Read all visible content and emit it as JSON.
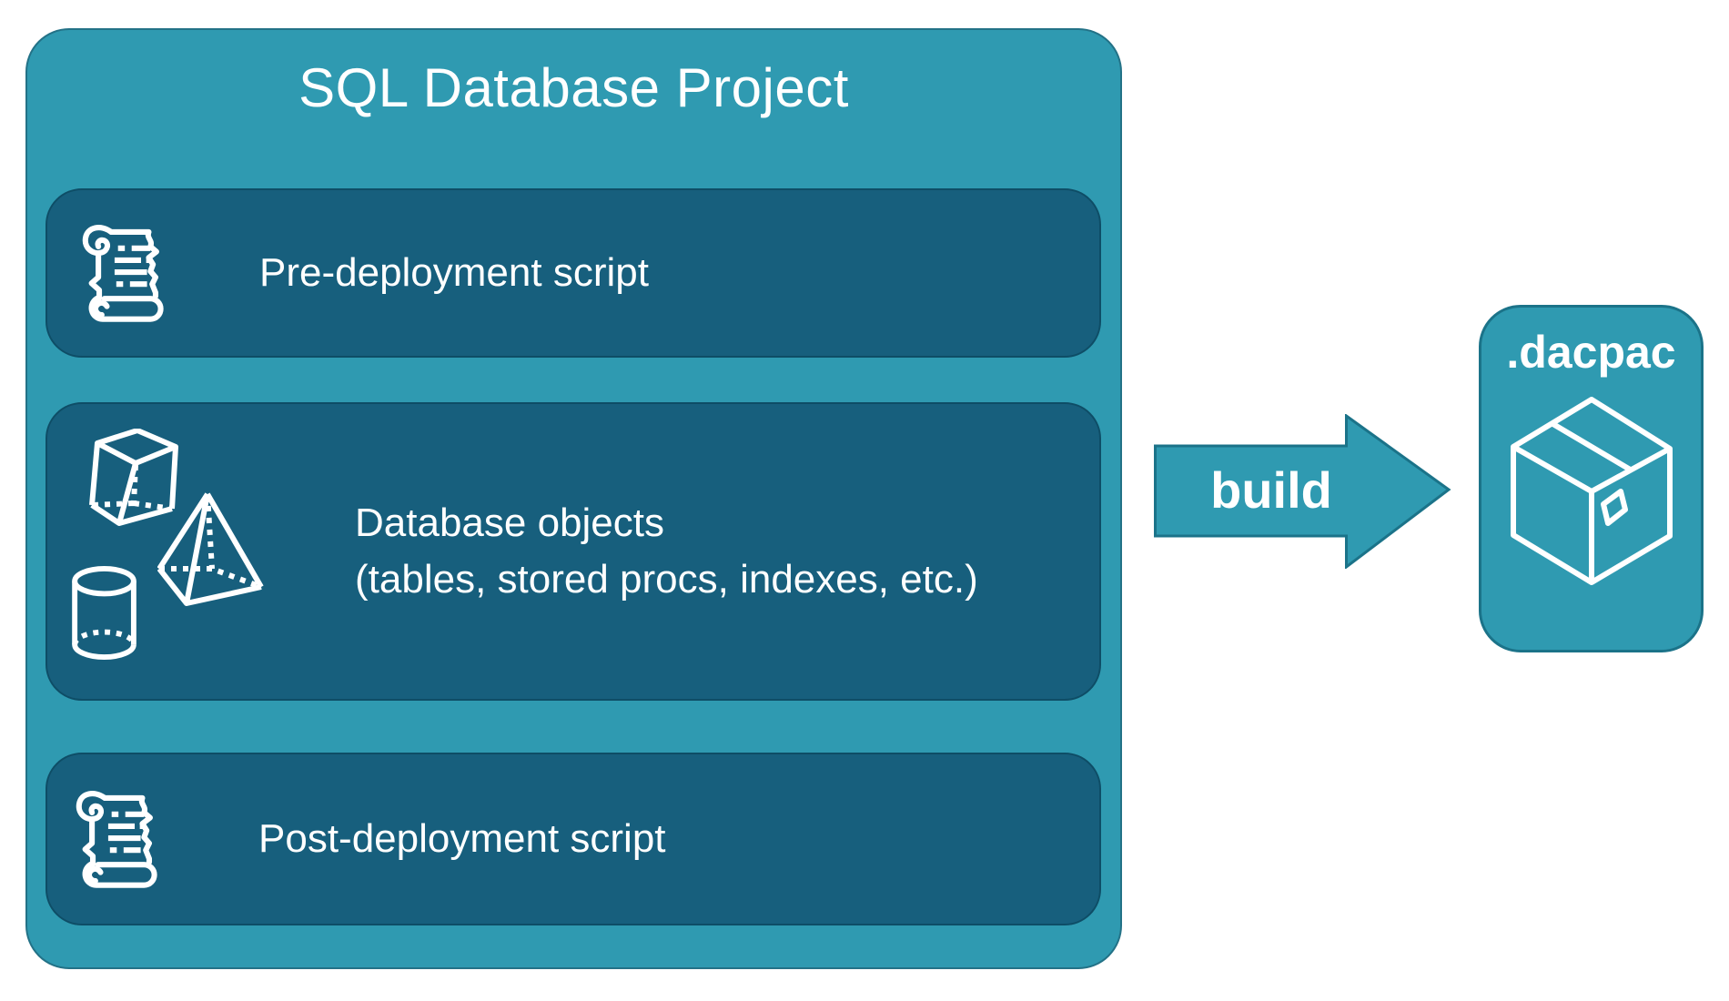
{
  "title": "SQL Database Project",
  "rows": {
    "pre": {
      "icon": "scroll-icon",
      "label": "Pre-deployment script"
    },
    "objects": {
      "icons": [
        "cube-icon",
        "pyramid-icon",
        "cylinder-icon"
      ],
      "line1": "Database objects",
      "line2": "(tables, stored procs, indexes, etc.)"
    },
    "post": {
      "icon": "scroll-icon",
      "label": "Post-deployment script"
    }
  },
  "arrow": {
    "label": "build"
  },
  "output": {
    "icon": "package-icon",
    "label": ".dacpac"
  },
  "colors": {
    "teal": "#2F9AB1",
    "teal-border": "#237287",
    "panel": "#175F7D",
    "panel-border": "#0E4D66",
    "arrow-border": "#1B7389",
    "ink": "#FFFFFF"
  }
}
